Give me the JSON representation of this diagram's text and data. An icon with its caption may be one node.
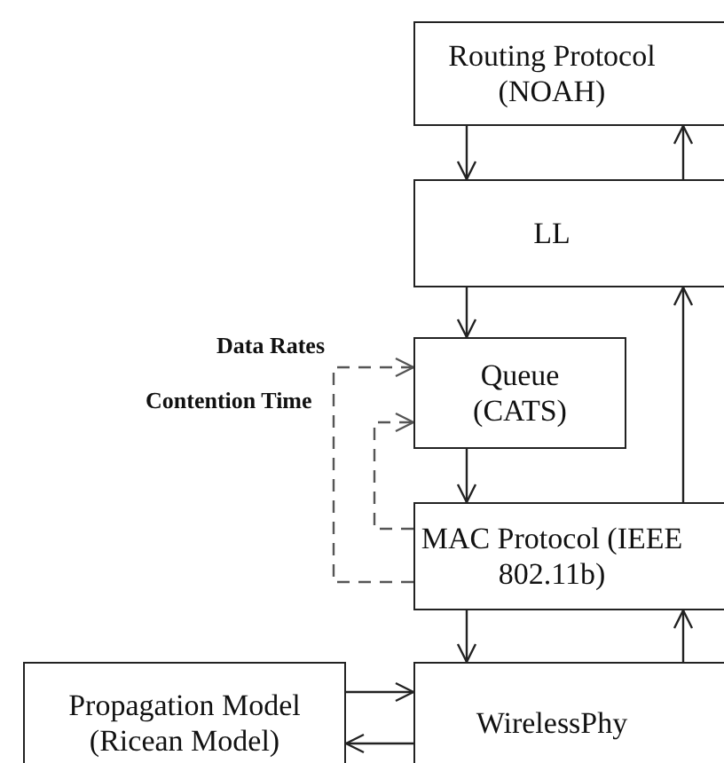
{
  "diagram": {
    "nodes": [
      {
        "text": [
          "Routing Protocol (NOAH)"
        ]
      },
      {
        "text": [
          "LL"
        ]
      },
      {
        "text": [
          "Queue (CATS)"
        ]
      },
      {
        "text": [
          "MAC Protocol (IEEE 802.11b)"
        ]
      },
      {
        "text": [
          "WirelessPhy"
        ]
      },
      {
        "text": [
          "Propagation Model (Ricean Model)"
        ]
      }
    ],
    "edges": [
      {
        "from": 0,
        "to": 1,
        "arrow": "to"
      },
      {
        "from": 1,
        "to": 0,
        "arrow": "to"
      },
      {
        "from": 1,
        "to": 2,
        "arrow": "to"
      },
      {
        "from": 3,
        "to": 1,
        "arrow": "to"
      },
      {
        "from": 2,
        "to": 3,
        "arrow": "to"
      },
      {
        "from": 3,
        "to": 4,
        "arrow": "to"
      },
      {
        "from": 4,
        "to": 3,
        "arrow": "to"
      },
      {
        "from": 5,
        "to": 4,
        "arrow": "to"
      },
      {
        "from": 4,
        "to": 5,
        "arrow": "to"
      },
      {
        "from": 3,
        "to": 2,
        "arrow": "to",
        "label": "Data Rates",
        "style": "dashed",
        "color": "#555555"
      },
      {
        "from": 3,
        "to": 2,
        "arrow": "to",
        "label": "Contention Time",
        "style": "dashed",
        "color": "#555555"
      }
    ]
  }
}
